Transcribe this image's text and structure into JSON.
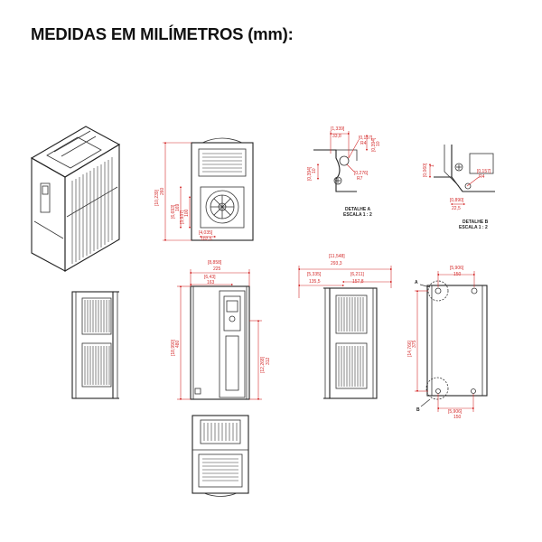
{
  "title": "MEDIDAS EM MILÍMETROS (mm):",
  "colors": {
    "dimension": "#d42a2a",
    "line": "#333333",
    "text": "#111111"
  },
  "top_view": {
    "height_in": "[10,239]",
    "height_mm": "260",
    "fan_height_in": "[6,693]",
    "fan_height_mm": "169",
    "fan_offset_in": "[3,937]",
    "fan_offset_mm": "100",
    "fan_width_in": "[4,035]",
    "fan_width_mm": "102,5"
  },
  "detail_a": {
    "label": "DETALHE A",
    "scale": "ESCALA 1 : 2",
    "top_width_in": "[1,339]",
    "top_width_mm": "33,8",
    "radius1_in": "[0,157]",
    "radius1_mm": "R4",
    "right_in": "[0,394]",
    "right_mm": "10",
    "radius2_in": "[0,276]",
    "radius2_mm": "R7",
    "left_in": "[0,394]",
    "left_mm": "10"
  },
  "detail_b": {
    "label": "DETALHE B",
    "scale": "ESCALA 1 : 2",
    "height_in": "[0,060]",
    "height_mm": "1",
    "radius_in": "[0,157]",
    "radius_mm": "R4",
    "width_in": "[0,890]",
    "width_mm": "22,5"
  },
  "front_view": {
    "width_in": "[8,858]",
    "width_mm": "225",
    "offset_in": "[6,43]",
    "offset_mm": "163",
    "height_in": "[18,990]",
    "height_mm": "480",
    "inner_height_in": "[12,268]",
    "inner_height_mm": "312"
  },
  "side_view": {
    "depth_in": "[11,548]",
    "depth_mm": "293,3",
    "left_in": "[5,335]",
    "left_mm": "135,5",
    "right_in": "[6,211]",
    "right_mm": "157,8"
  },
  "back_view": {
    "callout_a": "A",
    "callout_b": "B",
    "top_width_in": "[5,906]",
    "top_width_mm": "150",
    "height_in": "[14,766]",
    "height_mm": "375",
    "bottom_width_in": "[5,906]",
    "bottom_width_mm": "150"
  }
}
